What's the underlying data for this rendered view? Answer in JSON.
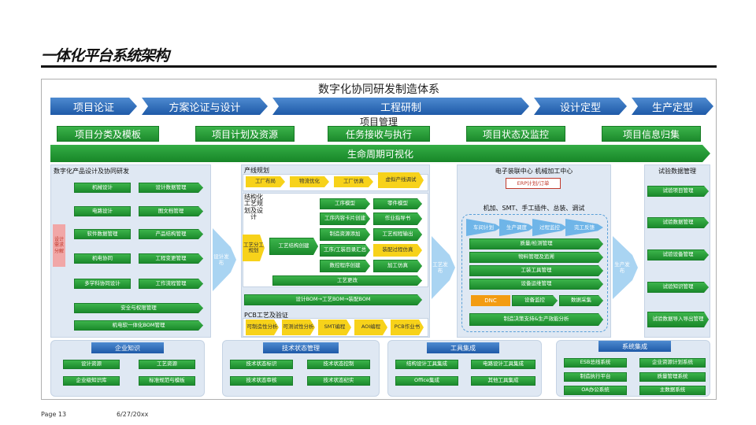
{
  "title": "一体化平台系统架构",
  "main_title": "数字化协同研发制造体系",
  "phases": [
    "项目论证",
    "方案论证与设计",
    "工程研制",
    "设计定型",
    "生产定型"
  ],
  "pm_label": "项目管理",
  "pm_items": [
    "项目分类及模板",
    "项目计划及资源",
    "任务接收与执行",
    "项目状态及监控",
    "项目信息归集"
  ],
  "lifecycle": "生命周期可视化",
  "p1": {
    "title": "数字化产品设计及协同研发",
    "left": [
      "机械设计",
      "电路设计",
      "软件数据管理",
      "机电协同",
      "多学科协同设计"
    ],
    "right": [
      "设计数据管理",
      "图文档管理",
      "产品结构管理",
      "工程变更管理",
      "工作流程管理"
    ],
    "vert": "设计需求分解",
    "bottom": [
      "安全与权限管理",
      "机电软一体化BOM管理"
    ]
  },
  "flow_left": "设计发布",
  "p2": {
    "title": "产线规划",
    "row": [
      "工厂布局",
      "物流优化",
      "工厂仿真",
      "虚拟产线调试"
    ],
    "struct": "结构化工艺规划及设计",
    "plan": "工艺分工规划",
    "create": "工艺结构创建",
    "mid": [
      "工序模型",
      "工序内容卡片创建",
      "制造资源添加",
      "工序/工装目录汇总",
      "数控程序创建"
    ],
    "right": [
      "零件模型",
      "作业指导书",
      "工艺规程输出",
      "装配过程仿真",
      "加工仿真"
    ],
    "change": "工艺更改",
    "bom": "设计BOM→工艺BOM→装配BOM",
    "pcb": "PCB工艺及验证",
    "pcb_items": [
      "可制造性分析",
      "可测试性分析",
      "SMT编程",
      "AOI编程",
      "PCB作业书"
    ]
  },
  "flow_mid": "工艺发布",
  "p3": {
    "title": "电子装联中心   机械加工中心",
    "erp": "ERP计划/订单",
    "sub": "机加、SMT、手工插件、总装、调试",
    "small": [
      "车间计划",
      "生产调度",
      "过程监控",
      "完工反馈"
    ],
    "rows": [
      "质量/检测管理",
      "物料管理及追溯",
      "工装工具管理",
      "设备运维管理"
    ],
    "dnc": "DNC",
    "dnc2": "设备监控",
    "dnc3": "数据采集",
    "last": "制造决策支持&生产效能分析"
  },
  "flow_right": "生产发布",
  "p4": {
    "title": "试验数据管理",
    "items": [
      "试验项目管理",
      "试验数据管理",
      "试验设备管理",
      "试验知识管理",
      "试验数据导入导出管理"
    ]
  },
  "b1": {
    "title": "企业知识",
    "items": [
      "设计资源",
      "工艺资源",
      "企业级知识库",
      "标准规范与模板"
    ]
  },
  "b2": {
    "title": "技术状态管理",
    "items": [
      "技术状态标识",
      "技术状态控制",
      "技术状态审核",
      "技术状态纪实"
    ]
  },
  "b3": {
    "title": "工具集成",
    "items": [
      "结构设计工具集成",
      "电路设计工具集成",
      "Office集成",
      "其他工具集成"
    ]
  },
  "b4": {
    "title": "系统集成",
    "items": [
      "ESB总线系统",
      "企业资源计划系统",
      "制造执行平台",
      "质量管理系统",
      "OA办公系统",
      "主数据系统"
    ]
  },
  "footer": {
    "page": "Page 13",
    "date": "6/27/20xx"
  }
}
